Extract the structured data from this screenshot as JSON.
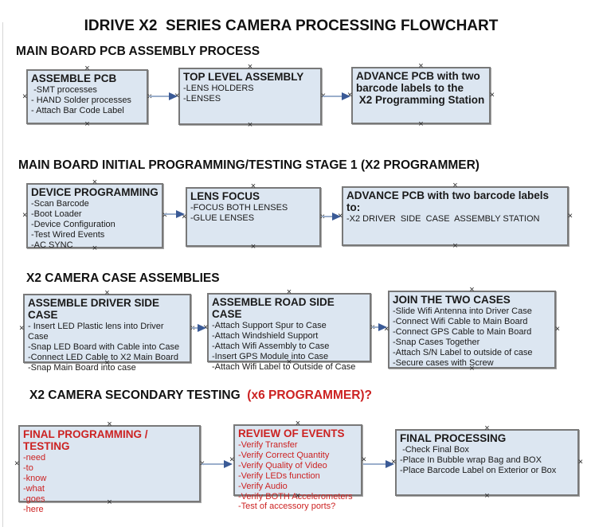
{
  "title": "IDRIVE X2  SERIES CAMERA PROCESSING FLOWCHART",
  "colors": {
    "box_fill": "#dce6f1",
    "box_border": "#787878",
    "red_text": "#cc2222",
    "arrow_line": "#9aaecb",
    "arrow_head": "#3a5a96"
  },
  "sections": [
    {
      "heading": "MAIN BOARD PCB ASSEMBLY PROCESS",
      "boxes": [
        {
          "title": "ASSEMBLE PCB",
          "items": [
            " -SMT processes",
            "- HAND Solder processes",
            "- Attach Bar Code Label"
          ]
        },
        {
          "title": "TOP LEVEL ASSEMBLY",
          "items": [
            "-LENS HOLDERS",
            "-LENSES"
          ]
        },
        {
          "title": "ADVANCE PCB with two\nbarcode labels to the\n X2 Programming Station",
          "items": []
        }
      ]
    },
    {
      "heading": "MAIN BOARD INITIAL PROGRAMMING/TESTING STAGE 1 (X2 PROGRAMMER)",
      "boxes": [
        {
          "title": "DEVICE PROGRAMMING",
          "items": [
            "-Scan Barcode",
            "-Boot Loader",
            "-Device Configuration",
            "-Test Wired Events",
            "-AC SYNC"
          ]
        },
        {
          "title": "LENS FOCUS",
          "items": [
            "-FOCUS BOTH LENSES",
            "-GLUE LENSES"
          ]
        },
        {
          "title": "ADVANCE PCB with two barcode labels to:",
          "items": [
            "-X2 DRIVER  SIDE  CASE  ASSEMBLY STATION"
          ]
        }
      ]
    },
    {
      "heading": "X2 CAMERA CASE ASSEMBLIES",
      "boxes": [
        {
          "title": "ASSEMBLE DRIVER SIDE CASE",
          "items": [
            "- Insert LED Plastic lens into Driver Case",
            "-Snap LED Board with Cable into Case",
            "-Connect LED Cable to X2 Main Board",
            "-Snap Main Board into case"
          ]
        },
        {
          "title": "ASSEMBLE ROAD SIDE CASE",
          "items": [
            "-Attach Support Spur to Case",
            "-Attach Windshield Support",
            "-Attach Wifi Assembly to Case",
            "-Insert GPS Module into Case",
            "-Attach Wifi Label to Outside of Case"
          ]
        },
        {
          "title": "JOIN THE TWO CASES",
          "items": [
            "-Slide Wifi Antenna into Driver Case",
            "-Connect Wifi Cable to Main Board",
            "-Connect GPS Cable to Main Board",
            "-Snap Cases Together",
            "-Attach S/N Label to outside of case",
            "-Secure cases with Screw"
          ]
        }
      ]
    },
    {
      "heading": "X2 CAMERA SECONDARY TESTING  ",
      "heading_suffix": "(x6 PROGRAMMER)?",
      "boxes": [
        {
          "title": "FINAL PROGRAMMING / TESTING",
          "items": [
            "-need",
            "-to",
            "-know",
            "-what",
            "-goes",
            "-here"
          ]
        },
        {
          "title": "REVIEW OF EVENTS",
          "items": [
            "-Verify Transfer",
            "-Verify Correct Quantity",
            "-Verify Quality of Video",
            "-Verify LEDs function",
            "-Verify Audio",
            "-Verify BOTH Accelerometers",
            "-Test of accessory ports?"
          ]
        },
        {
          "title": "FINAL PROCESSING",
          "items": [
            " -Check Final Box",
            "-Place In Bubble wrap Bag and BOX",
            "-Place Barcode Label on Exterior or Box"
          ]
        }
      ]
    }
  ]
}
